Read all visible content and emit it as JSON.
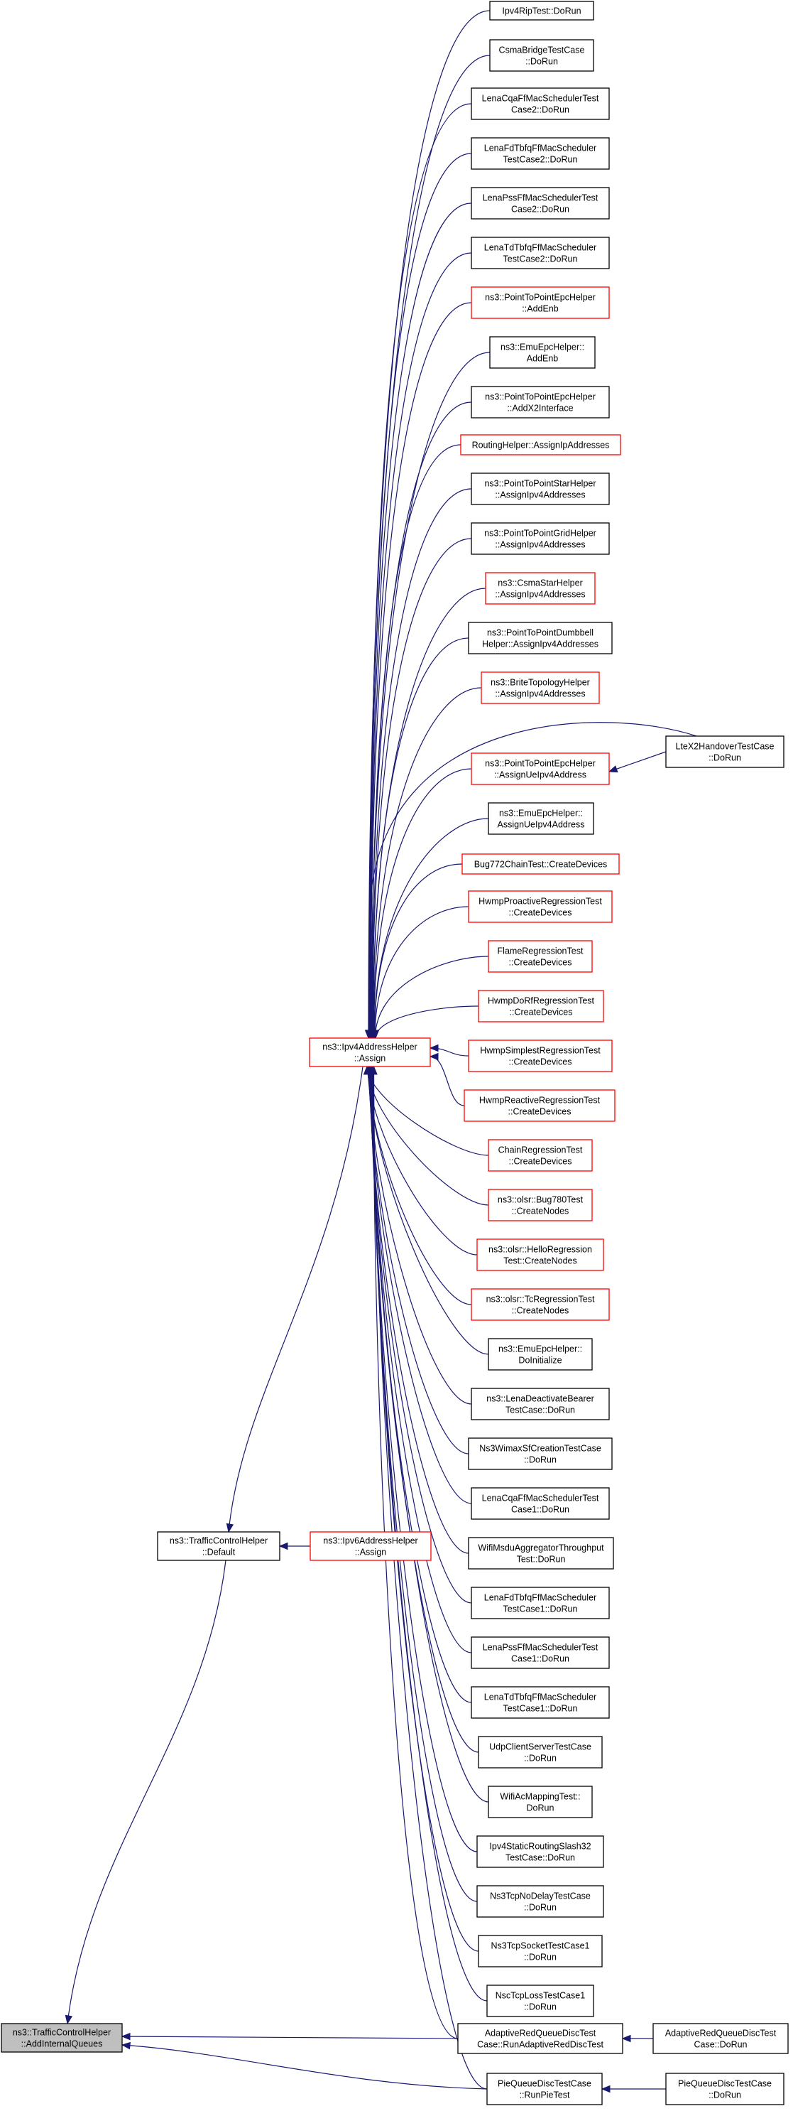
{
  "colors": {
    "edge": "#191970",
    "normal_border": "#000000",
    "highlight_border": "#ff0000",
    "root_fill": "#bfbfbf",
    "node_fill": "#ffffff"
  },
  "graph": {
    "nodes": [
      {
        "id": "root",
        "lines": [
          "ns3::TrafficControlHelper",
          "::AddInternalQueues"
        ],
        "style": "root"
      },
      {
        "id": "tch_default",
        "lines": [
          "ns3::TrafficControlHelper",
          "::Default"
        ],
        "style": "normal"
      },
      {
        "id": "ipv4_assign",
        "lines": [
          "ns3::Ipv4AddressHelper",
          "::Assign"
        ],
        "style": "red"
      },
      {
        "id": "ipv6_assign",
        "lines": [
          "ns3::Ipv6AddressHelper",
          "::Assign"
        ],
        "style": "red"
      },
      {
        "id": "n01",
        "lines": [
          "Ipv4RipTest::DoRun"
        ],
        "style": "normal"
      },
      {
        "id": "n02",
        "lines": [
          "CsmaBridgeTestCase",
          "::DoRun"
        ],
        "style": "normal"
      },
      {
        "id": "n03",
        "lines": [
          "LenaCqaFfMacSchedulerTest",
          "Case2::DoRun"
        ],
        "style": "normal"
      },
      {
        "id": "n04",
        "lines": [
          "LenaFdTbfqFfMacScheduler",
          "TestCase2::DoRun"
        ],
        "style": "normal"
      },
      {
        "id": "n05",
        "lines": [
          "LenaPssFfMacSchedulerTest",
          "Case2::DoRun"
        ],
        "style": "normal"
      },
      {
        "id": "n06",
        "lines": [
          "LenaTdTbfqFfMacScheduler",
          "TestCase2::DoRun"
        ],
        "style": "normal"
      },
      {
        "id": "n07",
        "lines": [
          "ns3::PointToPointEpcHelper",
          "::AddEnb"
        ],
        "style": "red"
      },
      {
        "id": "n08",
        "lines": [
          "ns3::EmuEpcHelper::",
          "AddEnb"
        ],
        "style": "normal"
      },
      {
        "id": "n09",
        "lines": [
          "ns3::PointToPointEpcHelper",
          "::AddX2Interface"
        ],
        "style": "normal"
      },
      {
        "id": "n10",
        "lines": [
          "RoutingHelper::AssignIpAddresses"
        ],
        "style": "red"
      },
      {
        "id": "n11",
        "lines": [
          "ns3::PointToPointStarHelper",
          "::AssignIpv4Addresses"
        ],
        "style": "normal"
      },
      {
        "id": "n12",
        "lines": [
          "ns3::PointToPointGridHelper",
          "::AssignIpv4Addresses"
        ],
        "style": "normal"
      },
      {
        "id": "n13",
        "lines": [
          "ns3::CsmaStarHelper",
          "::AssignIpv4Addresses"
        ],
        "style": "red"
      },
      {
        "id": "n14",
        "lines": [
          "ns3::PointToPointDumbbell",
          "Helper::AssignIpv4Addresses"
        ],
        "style": "normal"
      },
      {
        "id": "n15",
        "lines": [
          "ns3::BriteTopologyHelper",
          "::AssignIpv4Addresses"
        ],
        "style": "red"
      },
      {
        "id": "n16",
        "lines": [
          "ns3::PointToPointEpcHelper",
          "::AssignUeIpv4Address"
        ],
        "style": "red"
      },
      {
        "id": "n17",
        "lines": [
          "ns3::EmuEpcHelper::",
          "AssignUeIpv4Address"
        ],
        "style": "normal"
      },
      {
        "id": "n18",
        "lines": [
          "Bug772ChainTest::CreateDevices"
        ],
        "style": "red"
      },
      {
        "id": "n19",
        "lines": [
          "HwmpProactiveRegressionTest",
          "::CreateDevices"
        ],
        "style": "red"
      },
      {
        "id": "n20",
        "lines": [
          "FlameRegressionTest",
          "::CreateDevices"
        ],
        "style": "red"
      },
      {
        "id": "n21",
        "lines": [
          "HwmpDoRfRegressionTest",
          "::CreateDevices"
        ],
        "style": "red"
      },
      {
        "id": "n22",
        "lines": [
          "HwmpSimplestRegressionTest",
          "::CreateDevices"
        ],
        "style": "red"
      },
      {
        "id": "n23",
        "lines": [
          "HwmpReactiveRegressionTest",
          "::CreateDevices"
        ],
        "style": "red"
      },
      {
        "id": "n24",
        "lines": [
          "ChainRegressionTest",
          "::CreateDevices"
        ],
        "style": "red"
      },
      {
        "id": "n25",
        "lines": [
          "ns3::olsr::Bug780Test",
          "::CreateNodes"
        ],
        "style": "red"
      },
      {
        "id": "n26",
        "lines": [
          "ns3::olsr::HelloRegression",
          "Test::CreateNodes"
        ],
        "style": "red"
      },
      {
        "id": "n27",
        "lines": [
          "ns3::olsr::TcRegressionTest",
          "::CreateNodes"
        ],
        "style": "red"
      },
      {
        "id": "n28",
        "lines": [
          "ns3::EmuEpcHelper::",
          "DoInitialize"
        ],
        "style": "normal"
      },
      {
        "id": "n29",
        "lines": [
          "ns3::LenaDeactivateBearer",
          "TestCase::DoRun"
        ],
        "style": "normal"
      },
      {
        "id": "n30",
        "lines": [
          "Ns3WimaxSfCreationTestCase",
          "::DoRun"
        ],
        "style": "normal"
      },
      {
        "id": "n31",
        "lines": [
          "LenaCqaFfMacSchedulerTest",
          "Case1::DoRun"
        ],
        "style": "normal"
      },
      {
        "id": "n32",
        "lines": [
          "WifiMsduAggregatorThroughput",
          "Test::DoRun"
        ],
        "style": "normal"
      },
      {
        "id": "n33",
        "lines": [
          "LenaFdTbfqFfMacScheduler",
          "TestCase1::DoRun"
        ],
        "style": "normal"
      },
      {
        "id": "n34",
        "lines": [
          "LenaPssFfMacSchedulerTest",
          "Case1::DoRun"
        ],
        "style": "normal"
      },
      {
        "id": "n35",
        "lines": [
          "LenaTdTbfqFfMacScheduler",
          "TestCase1::DoRun"
        ],
        "style": "normal"
      },
      {
        "id": "n36",
        "lines": [
          "UdpClientServerTestCase",
          "::DoRun"
        ],
        "style": "normal"
      },
      {
        "id": "n37",
        "lines": [
          "WifiAcMappingTest::",
          "DoRun"
        ],
        "style": "normal"
      },
      {
        "id": "n38",
        "lines": [
          "Ipv4StaticRoutingSlash32",
          "TestCase::DoRun"
        ],
        "style": "normal"
      },
      {
        "id": "n39",
        "lines": [
          "Ns3TcpNoDelayTestCase",
          "::DoRun"
        ],
        "style": "normal"
      },
      {
        "id": "n40",
        "lines": [
          "Ns3TcpSocketTestCase1",
          "::DoRun"
        ],
        "style": "normal"
      },
      {
        "id": "n41",
        "lines": [
          "NscTcpLossTestCase1",
          "::DoRun"
        ],
        "style": "normal"
      },
      {
        "id": "ared_run",
        "lines": [
          "AdaptiveRedQueueDiscTest",
          "Case::RunAdaptiveRedDiscTest"
        ],
        "style": "normal"
      },
      {
        "id": "pie_run",
        "lines": [
          "PieQueueDiscTestCase",
          "::RunPieTest"
        ],
        "style": "normal"
      },
      {
        "id": "lte_x2",
        "lines": [
          "LteX2HandoverTestCase",
          "::DoRun"
        ],
        "style": "normal"
      },
      {
        "id": "ared_dorun",
        "lines": [
          "AdaptiveRedQueueDiscTest",
          "Case::DoRun"
        ],
        "style": "normal"
      },
      {
        "id": "pie_dorun",
        "lines": [
          "PieQueueDiscTestCase",
          "::DoRun"
        ],
        "style": "normal"
      }
    ]
  }
}
